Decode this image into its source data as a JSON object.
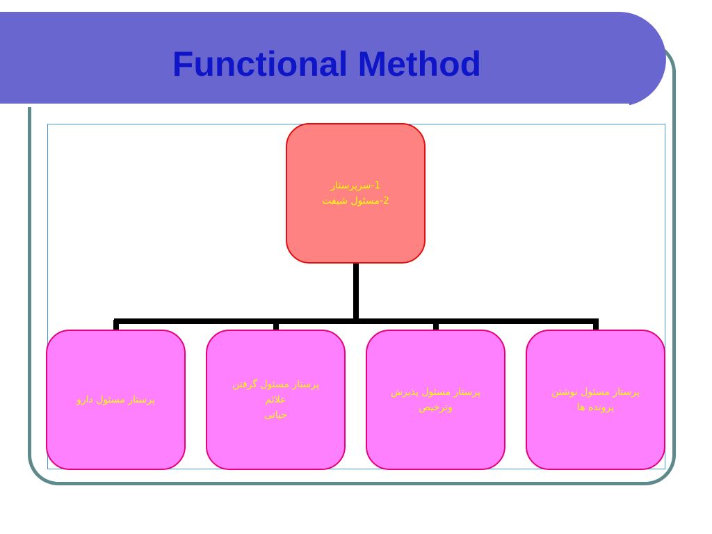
{
  "title": "Functional Method",
  "org_chart": {
    "root": {
      "lines": [
        "1-سرپرستار",
        "2-مسئول شیفت"
      ]
    },
    "children": [
      {
        "lines": [
          "پرستار مسئول دارو"
        ]
      },
      {
        "lines": [
          "پرستار مسئول گرفتن",
          "علائم",
          "حیاتی"
        ]
      },
      {
        "lines": [
          "پرستار مسئول پذیرش",
          "وترخیص"
        ]
      },
      {
        "lines": [
          "پرستار مسئول نوشتن",
          "پرونده ها"
        ]
      }
    ]
  },
  "colors": {
    "banner": "#6a66cf",
    "title_text": "#0f16c8",
    "frame": "#5f8a8b",
    "root_fill": "#ff8282",
    "root_border": "#e10f0f",
    "child_fill": "#ff80ff",
    "child_border": "#e8007a",
    "node_text": "#ffff00",
    "connector": "#000000"
  }
}
